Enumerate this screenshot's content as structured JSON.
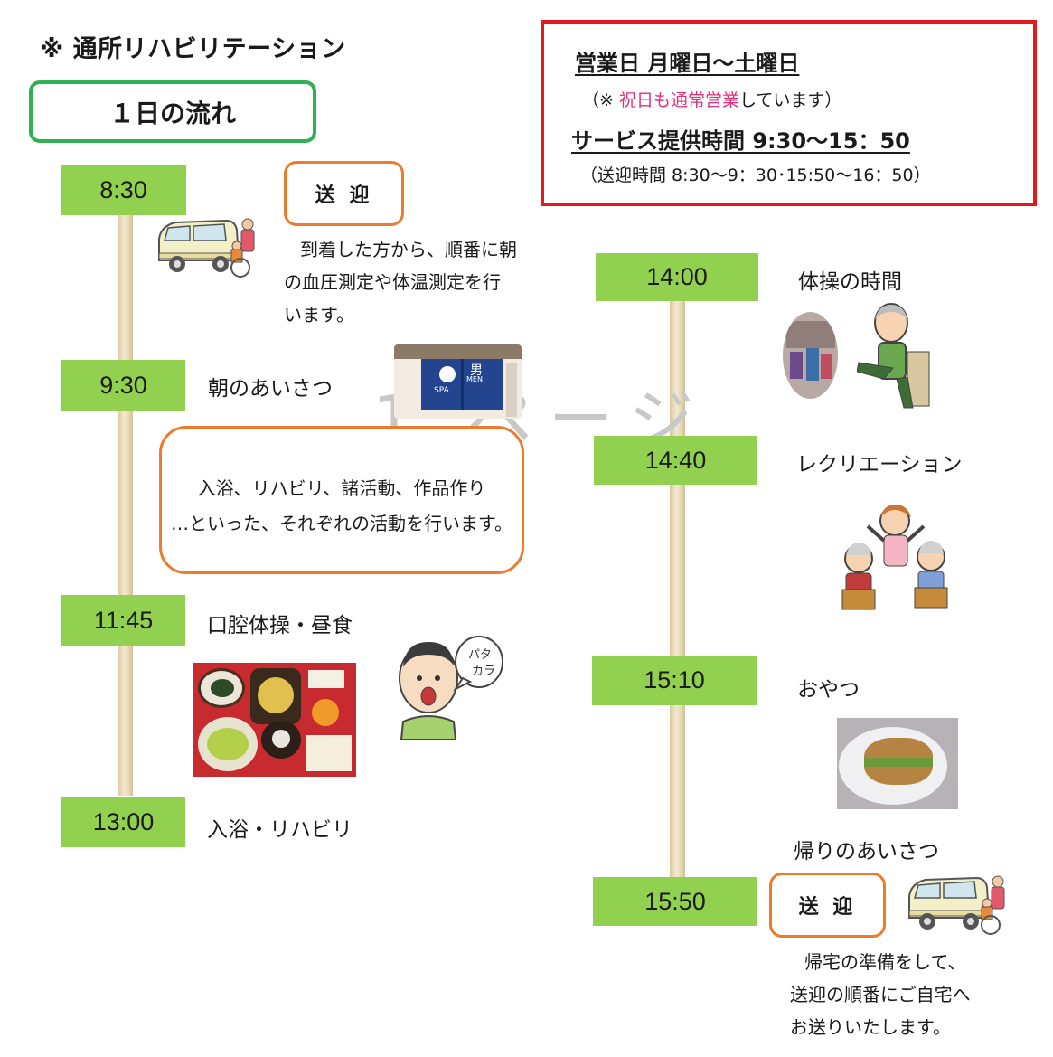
{
  "title": "※ 通所リハビリテーション",
  "flow_title": "１日の流れ",
  "hours": {
    "line1": "営業日  月曜日～土曜日",
    "line2_pre": "（※ ",
    "line2_pink": "祝日も通常営業",
    "line2_post": "しています）",
    "line3": "サービス提供時間  9:30～15：50",
    "line4": "（送迎時間  8:30～9：30･15:50～16：50）"
  },
  "watermark": "1 ページ",
  "left": {
    "t1": {
      "time": "8:30",
      "box": "送 迎",
      "desc": [
        "到着した方から、順番に朝",
        "の血圧測定や体温測定を行",
        "います。"
      ]
    },
    "t2": {
      "time": "9:30",
      "label": "朝のあいさつ"
    },
    "activity": [
      "入浴、リハビリ、諸活動、作品作り",
      "…といった、それぞれの活動を行います。"
    ],
    "t3": {
      "time": "11:45",
      "label": "口腔体操・昼食",
      "bubble": [
        "パタ",
        "カラ"
      ]
    },
    "t4": {
      "time": "13:00",
      "label": "入浴・リハビリ"
    }
  },
  "right": {
    "t1": {
      "time": "14:00",
      "label": "体操の時間"
    },
    "t2": {
      "time": "14:40",
      "label": "レクリエーション"
    },
    "t3": {
      "time": "15:10",
      "label": "おやつ"
    },
    "t4": {
      "time": "15:50",
      "label_above": "帰りのあいさつ",
      "box": "送 迎",
      "desc": [
        "帰宅の準備をして、",
        "送迎の順番にご自宅へ",
        "お送りいたします。"
      ]
    }
  },
  "noren_text": {
    "kanji": "男",
    "en": "MEN",
    "spa": "SPA"
  },
  "colors": {
    "green_band": "#92d050",
    "green_border": "#2fb053",
    "orange": "#ee7a2c",
    "red": "#e31a1a",
    "pink": "#e0307c"
  }
}
